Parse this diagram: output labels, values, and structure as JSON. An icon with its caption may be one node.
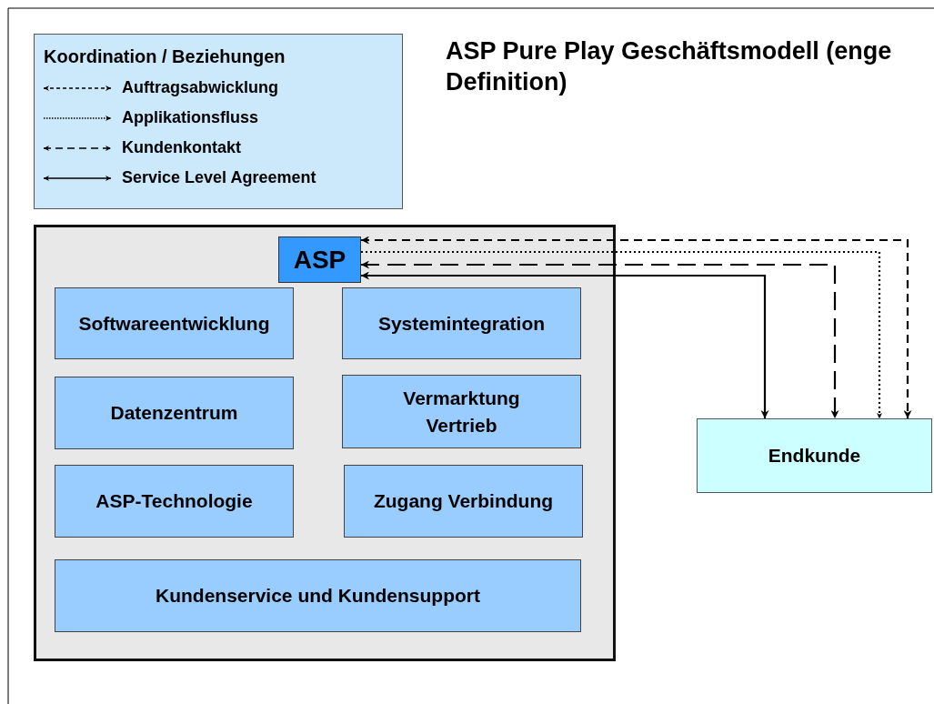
{
  "diagram": {
    "title": "ASP Pure Play Geschäftsmodell (enge Definition)",
    "nodes": [
      {
        "text": [],
        "shape": "box"
      },
      {
        "text": [
          "ASP"
        ],
        "in": 0
      },
      {
        "text": [
          "Softwareentwicklung"
        ],
        "in": 0
      },
      {
        "text": [
          "Systemintegration"
        ],
        "in": 0
      },
      {
        "text": [
          "Datenzentrum"
        ],
        "in": 0
      },
      {
        "text": [
          "Vermarktung Vertrieb"
        ],
        "in": 0
      },
      {
        "text": [
          "ASP-Technologie"
        ],
        "in": 0
      },
      {
        "text": [
          "Zugang Verbindung"
        ],
        "in": 0
      },
      {
        "text": [
          "Kundenservice und Kundensupport"
        ],
        "in": 0
      },
      {
        "text": [
          "Endkunde"
        ]
      }
    ],
    "edges": [
      {
        "from": 1,
        "to": 9,
        "arrow": "both",
        "style": "dashed"
      },
      {
        "from": 1,
        "to": 9,
        "arrow": "to",
        "style": "dashed"
      },
      {
        "from": 1,
        "to": 9,
        "arrow": "both",
        "style": "dashed"
      },
      {
        "from": 1,
        "to": 9,
        "arrow": "both"
      }
    ],
    "labels": [
      "Koordination / Beziehungen"
    ],
    "legend": [
      {
        "text": "Auftragsabwicklung"
      },
      {
        "text": "Applikationsfluss"
      },
      {
        "text": "Kundenkontakt"
      },
      {
        "text": "Service Level Agreement"
      }
    ]
  }
}
